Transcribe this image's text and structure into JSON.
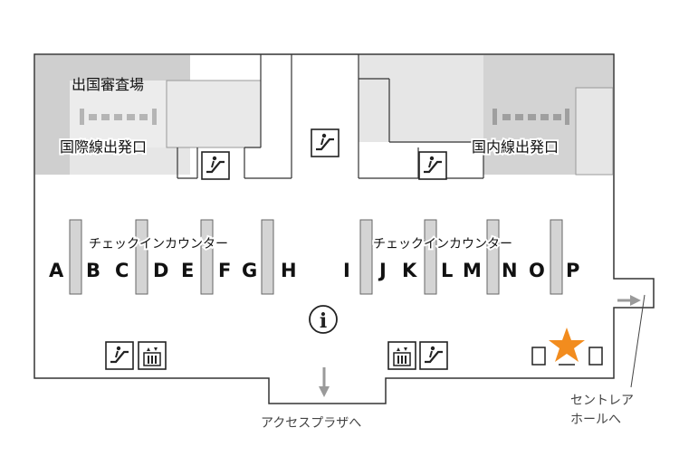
{
  "labels": {
    "immigration": "出国審査場",
    "intl_departure": "国際線出発口",
    "domestic_departure": "国内線出発口",
    "checkin_left": "チェックインカウンター",
    "checkin_right": "チェックインカウンター",
    "access_plaza": "アクセスプラザへ",
    "centrair_hall_line1": "セントレア",
    "centrair_hall_line2": "ホールへ",
    "info_symbol": "i"
  },
  "counters": [
    "A",
    "B",
    "C",
    "D",
    "E",
    "F",
    "G",
    "H",
    "I",
    "J",
    "K",
    "L",
    "M",
    "N",
    "O",
    "P"
  ],
  "icons": {
    "escalator": "escalator-icon",
    "elevator": "elevator-icon",
    "information": "information-icon",
    "current_location": "star-icon"
  },
  "colors": {
    "star": "#f28c1e",
    "zone_gray": "#e6e6e6",
    "zone_dark": "#cfcfcf",
    "pillar": "#d4d4d4",
    "outline": "#333333",
    "arrow": "#9a9a9a"
  }
}
